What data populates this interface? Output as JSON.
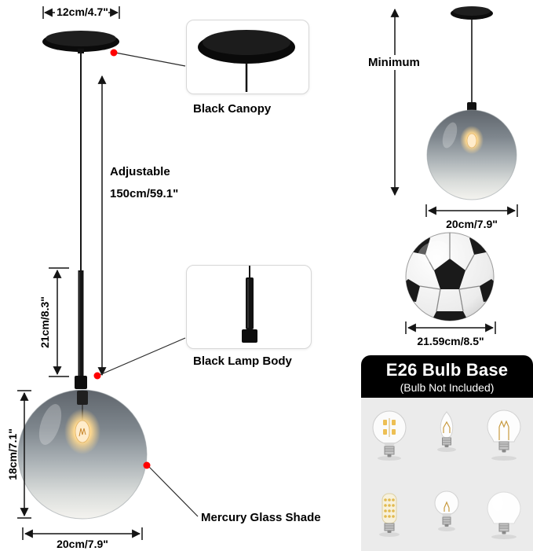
{
  "product": {
    "dimensions": {
      "canopy_width": "12cm/4.7\"",
      "cord_adjustable_label": "Adjustable",
      "cord_adjustable_value": "150cm/59.1\"",
      "lamp_body_height": "21cm/8.3\"",
      "shade_height": "18cm/7.1\"",
      "shade_diameter": "20cm/7.9\"",
      "minimum_label": "Minimum",
      "pendant_diameter": "20cm/7.9\"",
      "ball_diameter": "21.59cm/8.5\""
    },
    "callouts": {
      "canopy": "Black Canopy",
      "lamp_body": "Black Lamp Body",
      "shade": "Mercury Glass Shade"
    },
    "bulb_box": {
      "title": "E26 Bulb Base",
      "subtitle": "(Bulb Not Included)"
    },
    "colors": {
      "accent_red": "#ff0000",
      "ink": "#141414",
      "panel_bg": "#ebebeb",
      "header_bg": "#000000",
      "bulb_glow": "#ffd98f"
    }
  }
}
